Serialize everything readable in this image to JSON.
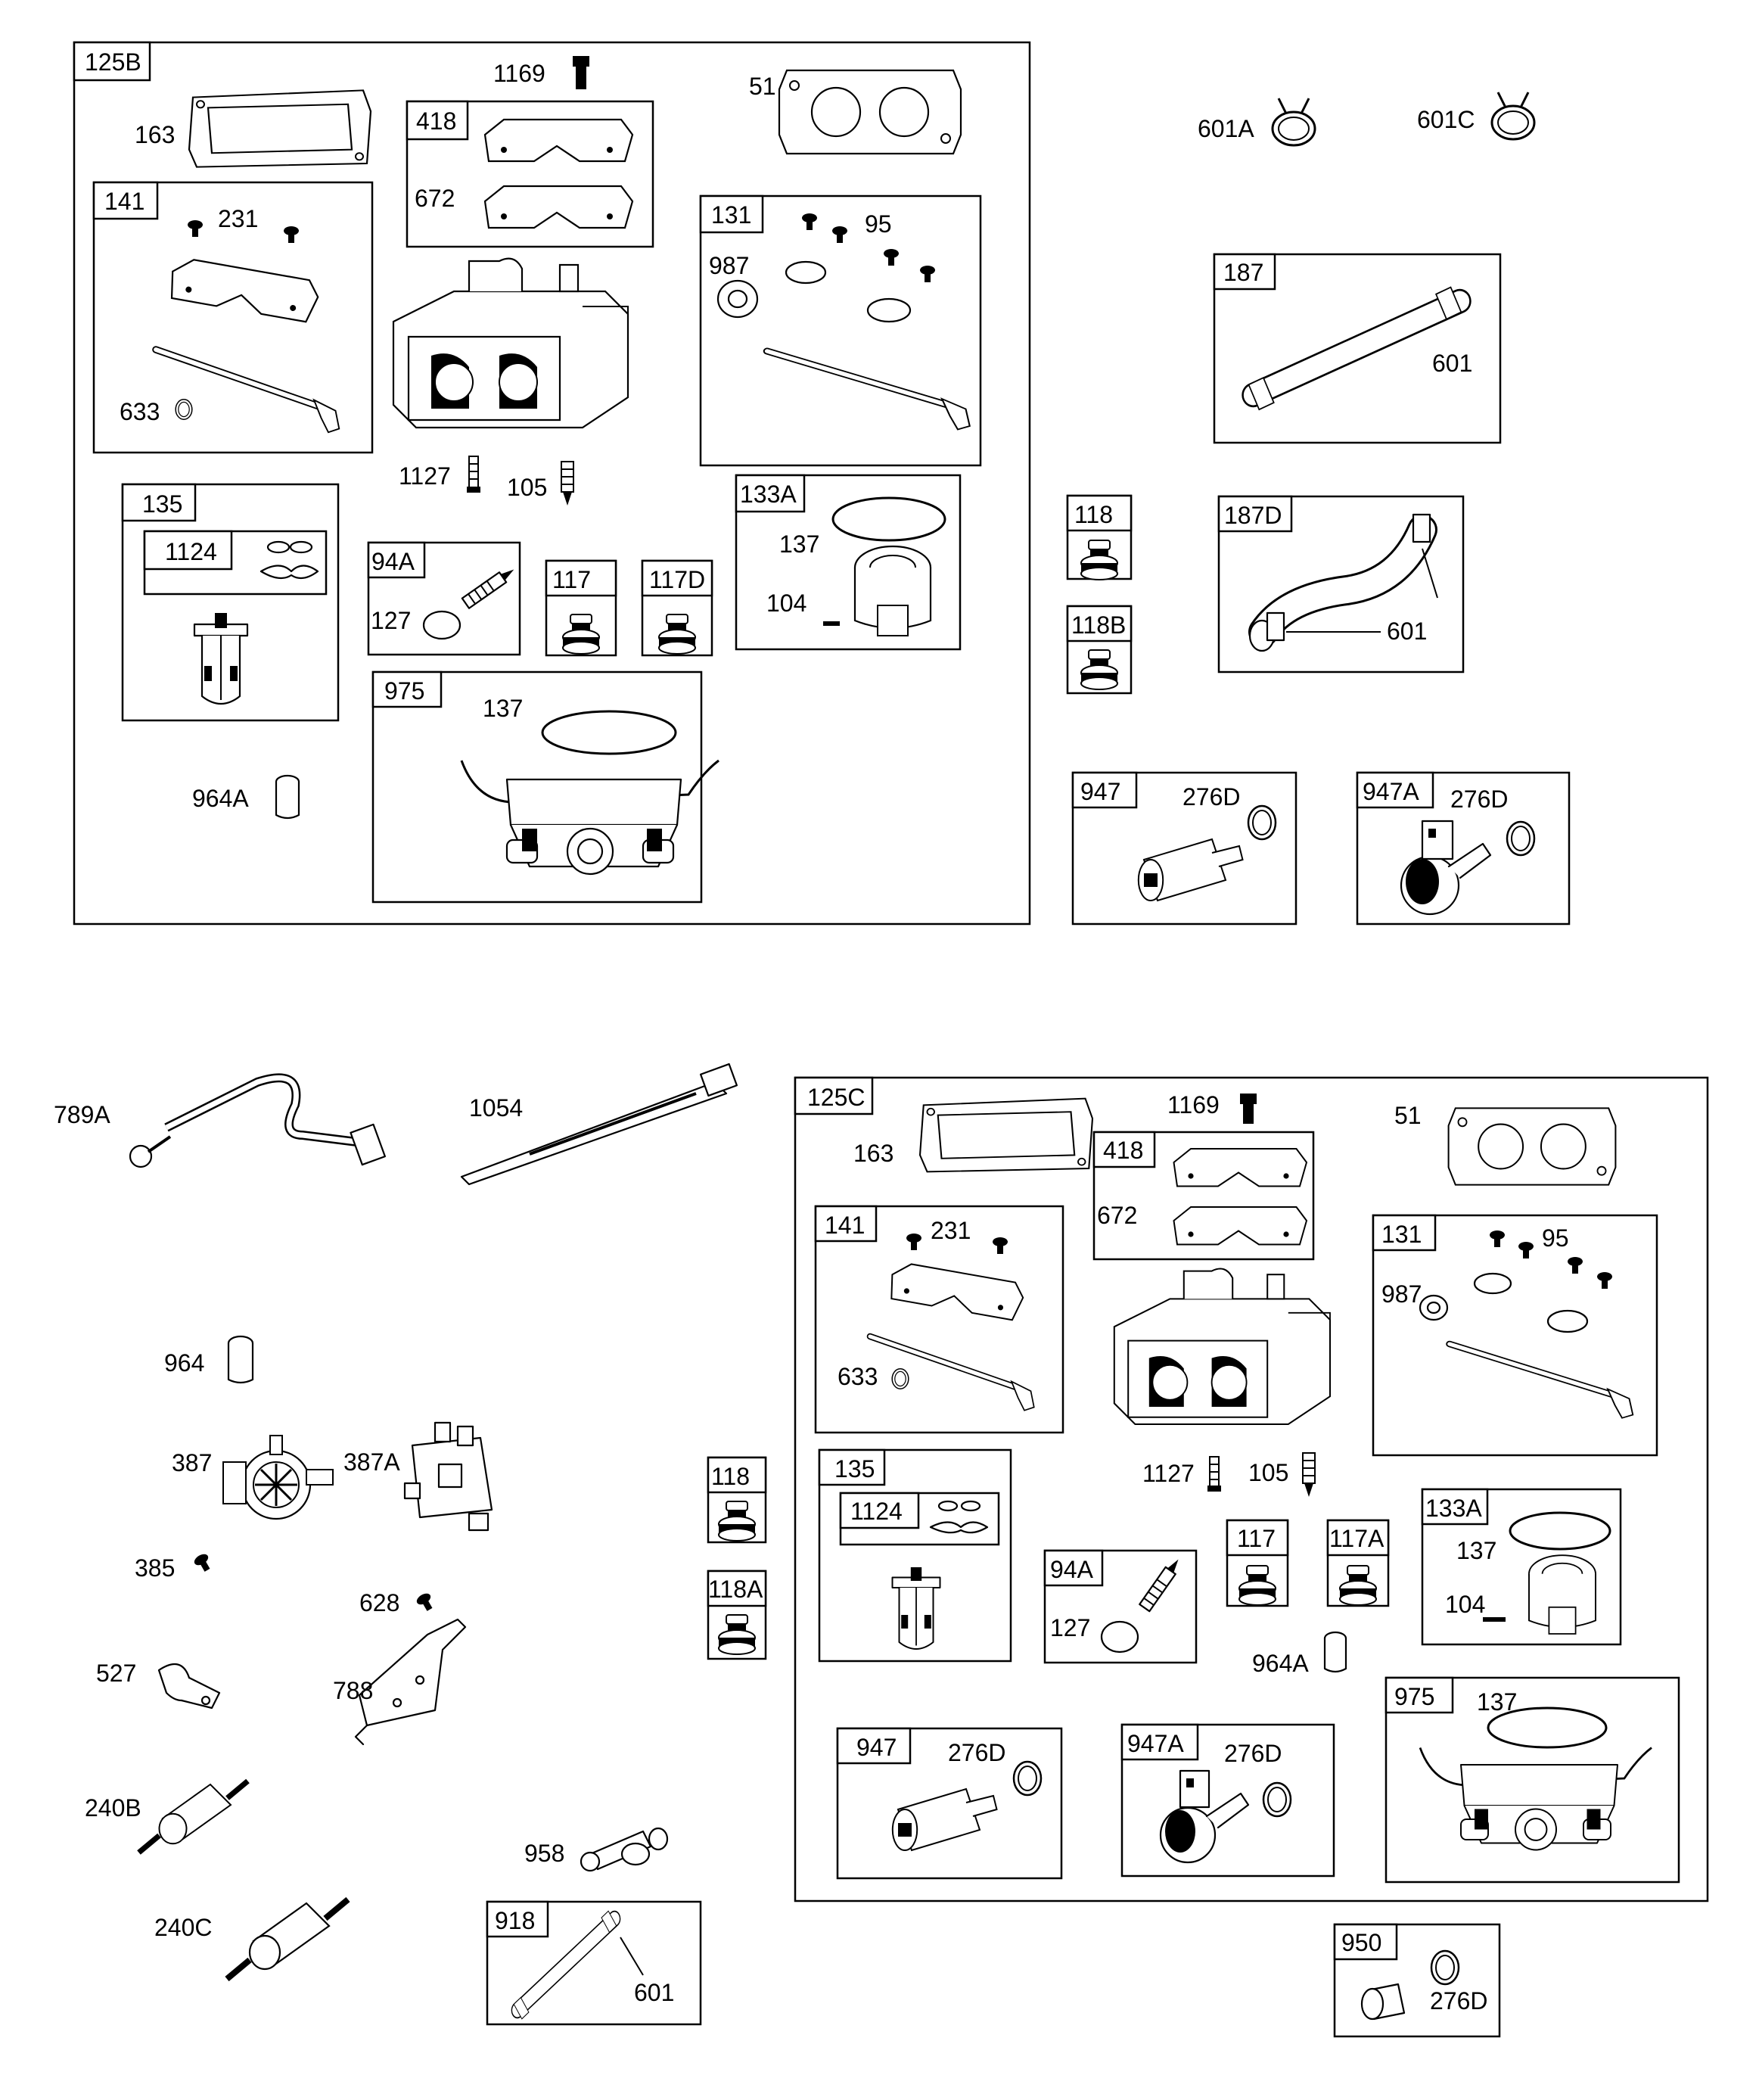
{
  "colors": {
    "ink": "#000000",
    "paper": "#ffffff"
  },
  "group_125B": {
    "tag": "125B",
    "labels": {
      "p163": "163",
      "p1169": "1169",
      "p51": "51",
      "p672": "672",
      "p231": "231",
      "p633": "633",
      "p95": "95",
      "p987": "987",
      "p1127": "1127",
      "p105": "105",
      "p137a": "137",
      "p104": "104",
      "p127": "127",
      "p137b": "137",
      "p964A": "964A"
    },
    "boxes": {
      "b418": "418",
      "b141": "141",
      "b131": "131",
      "b135": "135",
      "b1124": "1124",
      "b94A": "94A",
      "b117": "117",
      "b117D": "117D",
      "b133A": "133A",
      "b975": "975"
    }
  },
  "right_top": {
    "labels": {
      "p601A": "601A",
      "p601C": "601C",
      "p601a": "601",
      "p601b": "601",
      "p276Da": "276D",
      "p276Db": "276D"
    },
    "boxes": {
      "b187": "187",
      "b187D": "187D",
      "b118": "118",
      "b118B": "118B",
      "b947": "947",
      "b947A": "947A"
    }
  },
  "bottom_left": {
    "labels": {
      "p789A": "789A",
      "p1054": "1054",
      "p964": "964",
      "p387": "387",
      "p387A": "387A",
      "p385": "385",
      "p628": "628",
      "p527": "527",
      "p788": "788",
      "p240B": "240B",
      "p240C": "240C",
      "p958": "958",
      "p601": "601"
    },
    "boxes": {
      "b118": "118",
      "b118A": "118A",
      "b918": "918"
    }
  },
  "group_125C": {
    "tag": "125C",
    "labels": {
      "p163": "163",
      "p1169": "1169",
      "p51": "51",
      "p672": "672",
      "p231": "231",
      "p633": "633",
      "p95": "95",
      "p987": "987",
      "p1127": "1127",
      "p105": "105",
      "p127": "127",
      "p137a": "137",
      "p104": "104",
      "p964A": "964A",
      "p276Da": "276D",
      "p276Db": "276D",
      "p137b": "137"
    },
    "boxes": {
      "b418": "418",
      "b141": "141",
      "b131": "131",
      "b135": "135",
      "b1124": "1124",
      "b94A": "94A",
      "b117": "117",
      "b117A": "117A",
      "b133A": "133A",
      "b947": "947",
      "b947A": "947A",
      "b975": "975"
    }
  },
  "extra": {
    "boxes": {
      "b950": "950"
    },
    "labels": {
      "p276D": "276D"
    }
  }
}
